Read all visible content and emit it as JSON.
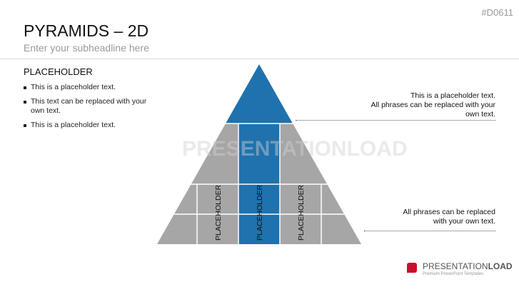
{
  "slide_code": "#D0611",
  "title": "PYRAMIDS – 2D",
  "subheadline": "Enter your subheadline here",
  "placeholder_heading": "PLACEHOLDER",
  "bullets": [
    "This is a placeholder text.",
    "This text can be replaced with your own text.",
    "This is a placeholder text."
  ],
  "callout_top": "This is a placeholder text.\nAll phrases can be replaced with your own text.",
  "callout_top_lines": [
    "This is a placeholder text.",
    "All phrases can be replaced with your",
    "own text."
  ],
  "callout_bottom_lines": [
    "All phrases can be replaced",
    "with your own text."
  ],
  "pyramid": {
    "column_labels": [
      "PLACEHOLDER",
      "PLACEHOLDER",
      "PLACEHOLDER"
    ],
    "colors": {
      "accent": "#1f72ad",
      "gray": "#a6a6a6"
    }
  },
  "watermark": "PRESENTATIONLOAD",
  "logo": {
    "name": "PRESENTATION",
    "bold": "LOAD",
    "tagline": "Premium PowerPoint Templates"
  }
}
